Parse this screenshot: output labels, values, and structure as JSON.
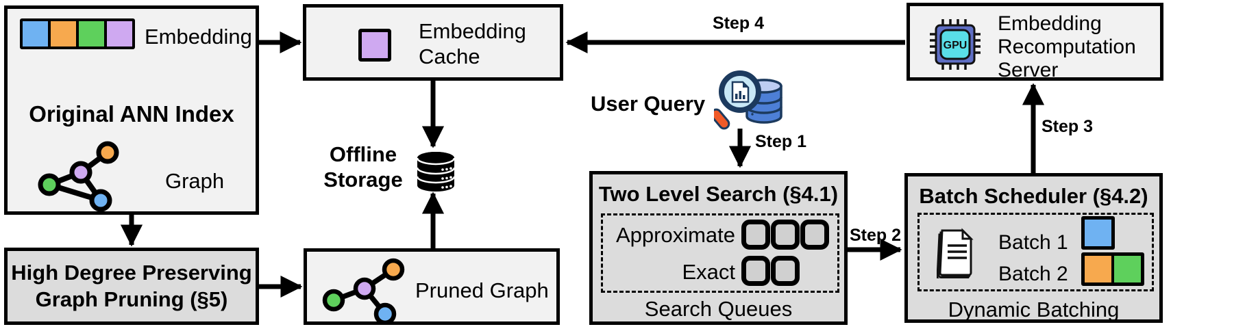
{
  "diagram": {
    "ann_index": {
      "title": "Original ANN Index",
      "embedding_label": "Embedding",
      "graph_label": "Graph"
    },
    "pruning": {
      "lines": [
        "High Degree Preserving",
        "Graph Pruning (§5)"
      ]
    },
    "embedding_cache": {
      "lines": [
        "Embedding",
        "Cache"
      ]
    },
    "offline_storage": {
      "lines": [
        "Offline",
        "Storage"
      ]
    },
    "pruned_graph": {
      "label": "Pruned Graph"
    },
    "user_query": {
      "label": "User Query"
    },
    "two_level_search": {
      "title": "Two Level Search (§4.1)",
      "levels": [
        "Approximate",
        "Exact"
      ],
      "approximate_queue_count": 3,
      "exact_queue_count": 2,
      "caption": "Search Queues"
    },
    "batch_scheduler": {
      "title": "Batch Scheduler (§4.2)",
      "batches": [
        "Batch 1",
        "Batch 2"
      ],
      "caption": "Dynamic Batching"
    },
    "recomputation_server": {
      "lines": [
        "Embedding",
        "Recomputation",
        "Server"
      ],
      "gpu_label": "GPU"
    },
    "steps": [
      "Step 1",
      "Step 2",
      "Step 3",
      "Step 4"
    ],
    "colors": {
      "blue": "#6FB2F2",
      "orange": "#F7A94E",
      "green": "#5ED05C",
      "purple": "#CFA9F1",
      "box_light": "#F2F2F2",
      "box_dark": "#DCDCDC",
      "queue_fill": "#D0D0D0",
      "gpu_chip": "#5F6FC5",
      "gpu_core": "#59DFE8",
      "handle_orange": "#F05A28",
      "db_blue": "#4D7FD6",
      "db_top": "#BDCDF2",
      "lens_blue": "#C9E8F6",
      "navy": "#1C3A5E"
    }
  }
}
